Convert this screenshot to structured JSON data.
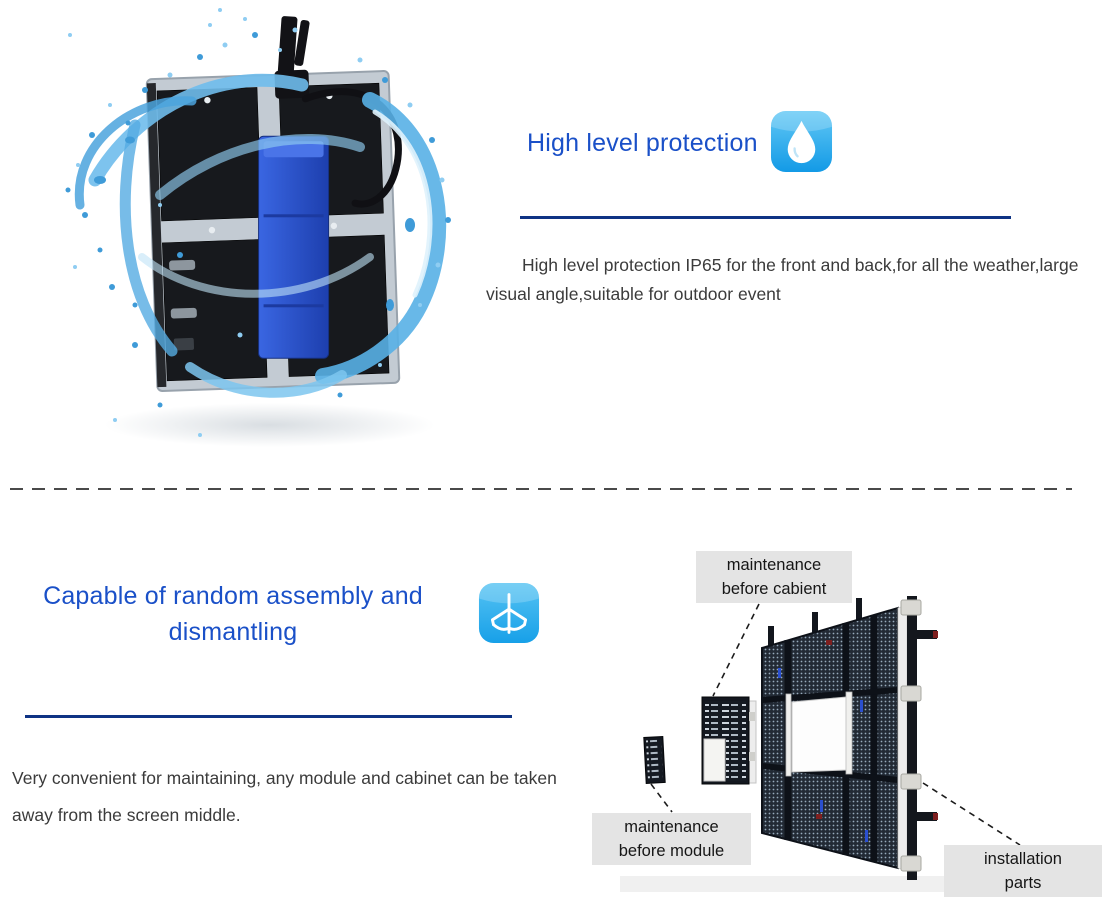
{
  "colors": {
    "title_blue": "#1a50c8",
    "rule_navy": "#0e3384",
    "divider_gray": "#4a4a4a",
    "body_text": "#3b3b3b",
    "label_bg": "#e4e4e4",
    "icon_blue_top": "#62c8f5",
    "icon_blue_bottom": "#139ae6"
  },
  "section_protection": {
    "title": "High level protection",
    "icon": "water-drop-icon",
    "body_lines": [
      "High level protection IP65 for the front and back,for all the weather,large",
      "visual angle,suitable for outdoor event"
    ]
  },
  "section_assembly": {
    "title_lines": [
      "Capable of random assembly and",
      "dismantling"
    ],
    "icon": "wind-turbine-icon",
    "body_lines": [
      "Very convenient for maintaining, any module and cabinet can be taken",
      "away from the screen middle."
    ],
    "labels": {
      "cabinet": {
        "lines": [
          "maintenance",
          "before cabient"
        ]
      },
      "module": {
        "lines": [
          "maintenance",
          "before module"
        ]
      },
      "installation": {
        "lines": [
          "installation",
          "parts"
        ]
      }
    }
  }
}
